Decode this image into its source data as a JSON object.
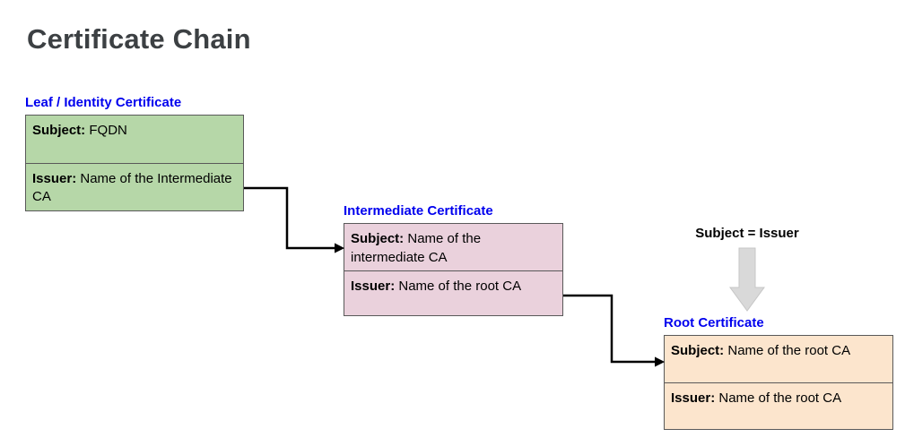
{
  "title": "Certificate Chain",
  "annotation": {
    "text": "Subject = Issuer"
  },
  "certificates": {
    "leaf": {
      "label": "Leaf / Identity Certificate",
      "subject_key": "Subject:",
      "subject_value": "FQDN",
      "issuer_key": "Issuer:",
      "issuer_value": "Name of the Intermediate CA",
      "fill": "#b6d7a8"
    },
    "intermediate": {
      "label": "Intermediate Certificate",
      "subject_key": "Subject:",
      "subject_value": "Name of the intermediate CA",
      "issuer_key": "Issuer:",
      "issuer_value": "Name of the root CA",
      "fill": "#ead1dc"
    },
    "root": {
      "label": "Root Certificate",
      "subject_key": "Subject:",
      "subject_value": "Name of the root CA",
      "issuer_key": "Issuer:",
      "issuer_value": "Name of the root CA",
      "fill": "#fce5cd"
    }
  },
  "colors": {
    "label_blue": "#0000ee",
    "title_gray": "#3c4043",
    "box_border": "#595959",
    "connector_black": "#000000",
    "flow_arrow_gray": "#d9d9d9"
  }
}
